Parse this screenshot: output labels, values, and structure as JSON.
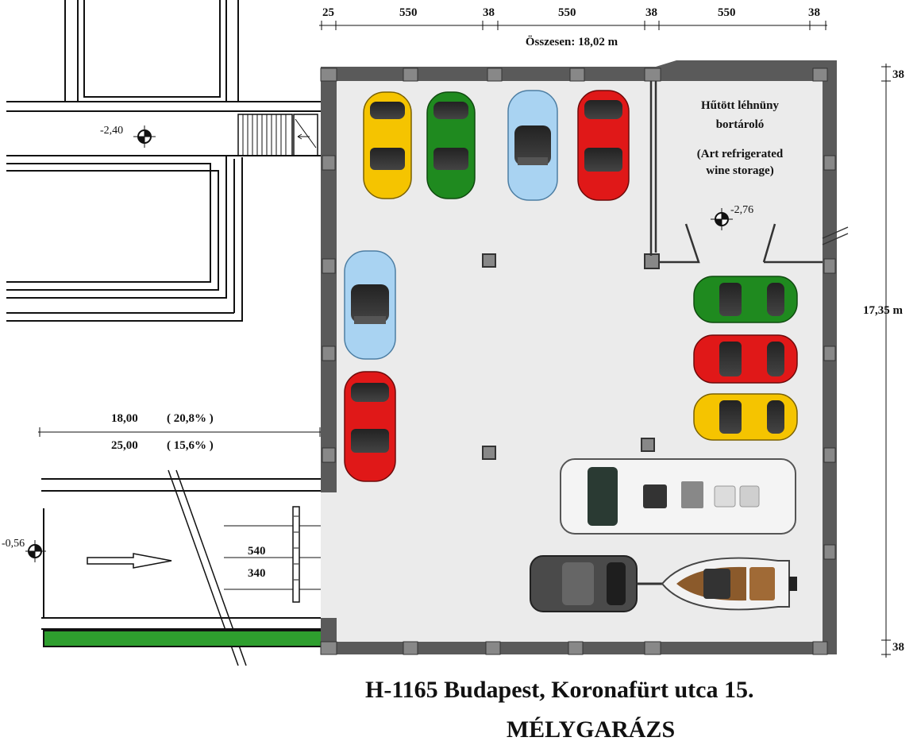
{
  "top_dimensions": {
    "segments": [
      "25",
      "550",
      "38",
      "550",
      "38",
      "550",
      "38"
    ],
    "total": "Összesen: 18,02 m"
  },
  "right_dimensions": {
    "top": "38",
    "height": "17,35 m",
    "bottom": "38"
  },
  "wine_storage": {
    "line1": "Hűtött léhnüny",
    "line2": "bortároló",
    "line3": "(Art refrigerated",
    "line4": "wine storage)",
    "level": "-2,76"
  },
  "levels": {
    "street": "-2,40",
    "ramp": "-0,56"
  },
  "ramp": {
    "row1_length": "18,00",
    "row1_slope": "( 20,8% )",
    "row2_length": "25,00",
    "row2_slope": "( 15,6% )",
    "width_outer": "540",
    "width_inner": "340"
  },
  "title": {
    "address": "H-1165 Budapest,  Koronafürt utca 15.",
    "name": "MÉLYGARÁZS"
  },
  "colors": {
    "yellow": "#f5c400",
    "green": "#1f8a1f",
    "light_blue": "#a9d3f2",
    "red": "#e01818",
    "wall": "#555555",
    "floor": "#ebebeb",
    "grass": "#2e9e2e"
  }
}
